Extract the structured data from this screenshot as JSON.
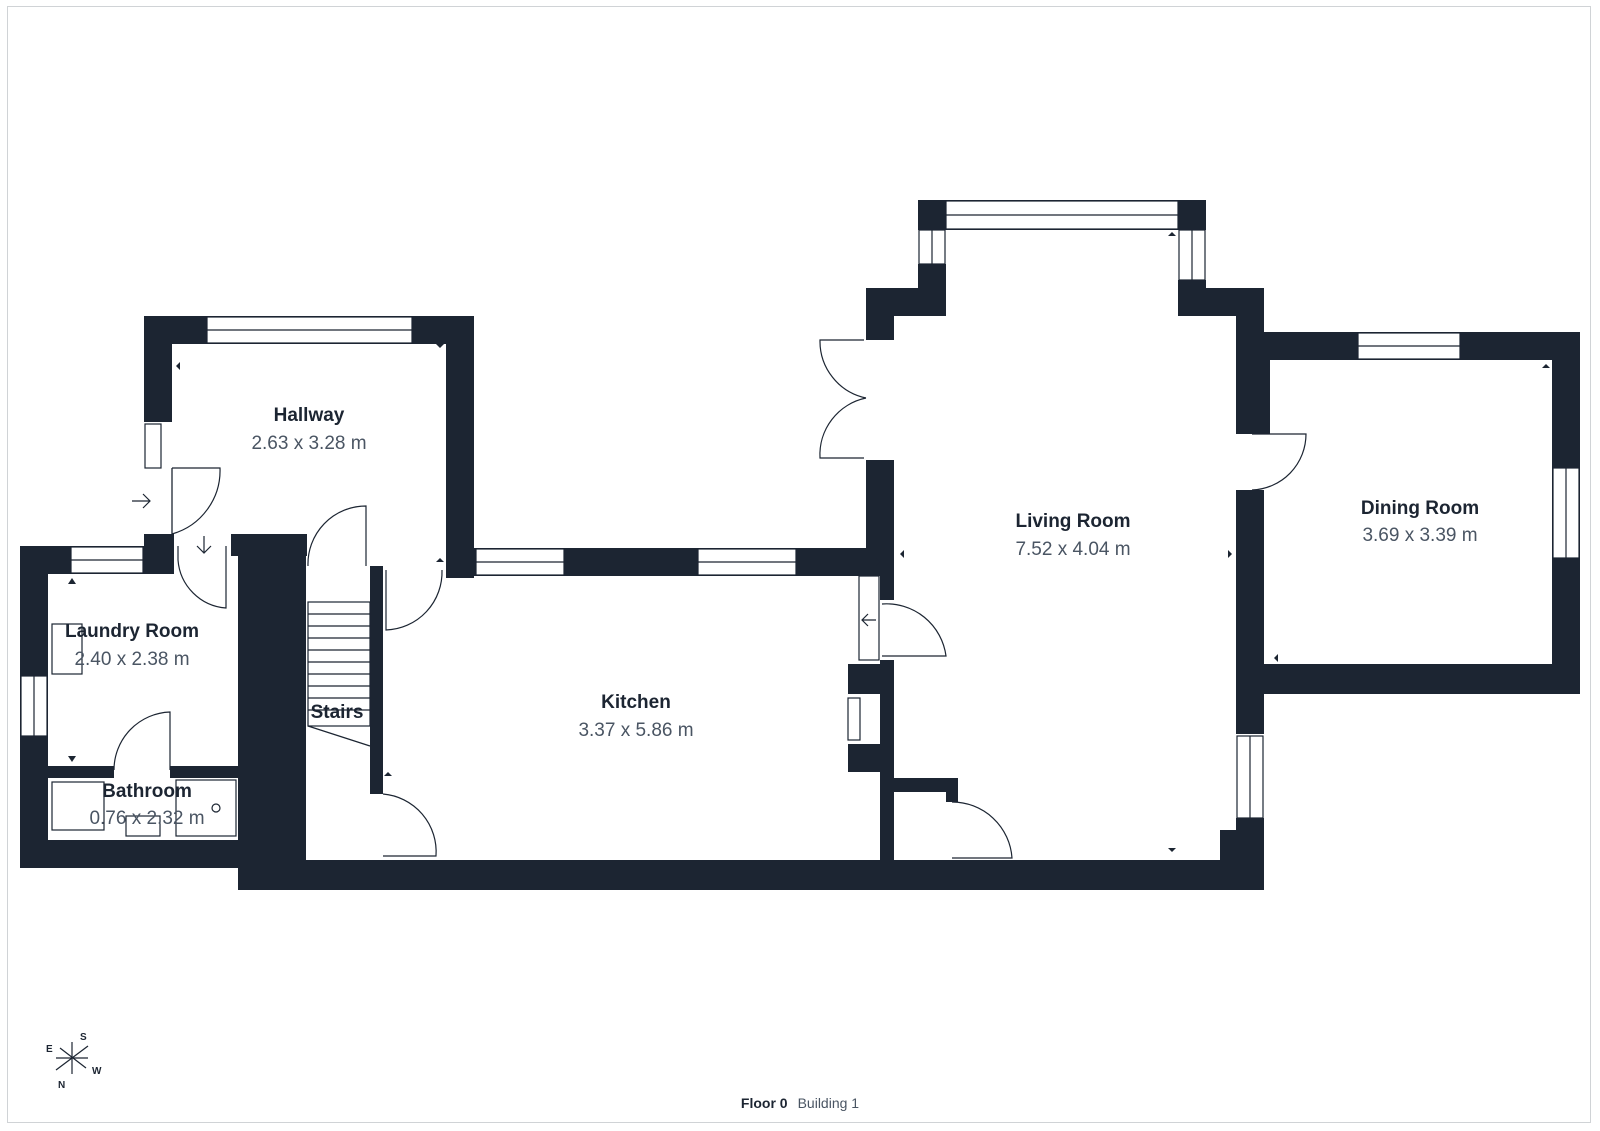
{
  "rooms": [
    {
      "name": "Hallway",
      "dims": "2.63 x 3.28 m"
    },
    {
      "name": "Laundry Room",
      "dims": "2.40 x 2.38 m"
    },
    {
      "name": "Bathroom",
      "dims": "0.76 x 2.32 m"
    },
    {
      "name": "Stairs",
      "dims": ""
    },
    {
      "name": "Kitchen",
      "dims": "3.37 x 5.86 m"
    },
    {
      "name": "Living Room",
      "dims": "7.52 x 4.04 m"
    },
    {
      "name": "Dining Room",
      "dims": "3.69 x 3.39 m"
    }
  ],
  "compass": {
    "n": "N",
    "s": "S",
    "e": "E",
    "w": "W"
  },
  "footer": {
    "floor": "Floor 0",
    "building": "Building 1"
  },
  "colors": {
    "wall": "#1c2532",
    "text_secondary": "#4a5563",
    "background": "#ffffff"
  },
  "icons": [
    "compass-icon",
    "entrance-arrow-icon",
    "door-swing-icon"
  ]
}
